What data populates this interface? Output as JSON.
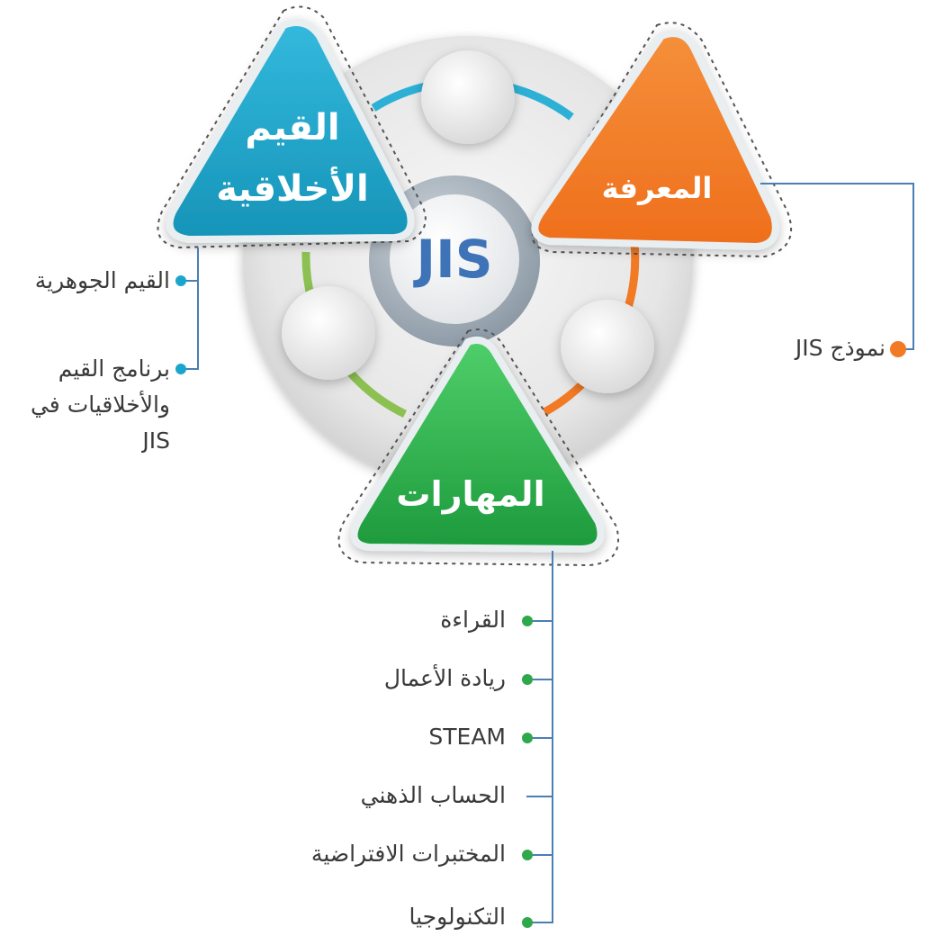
{
  "center": {
    "label": "JIS"
  },
  "sections": {
    "values": {
      "title_line1": "القيم",
      "title_line2": "الأخلاقية",
      "color": "#1aa6cc"
    },
    "knowledge": {
      "title": "المعرفة",
      "color": "#f27a24"
    },
    "skills": {
      "title": "المهارات",
      "color": "#2ea84a"
    }
  },
  "values_items": [
    "القيم الجوهرية",
    "برنامج القيم والأخلاقيات في JIS"
  ],
  "knowledge_items": [
    "نموذج JIS"
  ],
  "skills_items": [
    "القراءة",
    "ريادة الأعمال",
    "STEAM",
    "الحساب الذهني",
    "المختبرات الافتراضية",
    "التكنولوجيا"
  ],
  "colors": {
    "connector_line": "#4a7fb5",
    "center_text": "#3e73b8",
    "ring_grey": "#e8e8e8"
  }
}
